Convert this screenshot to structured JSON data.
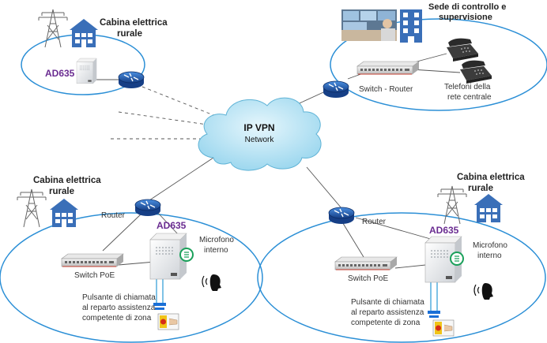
{
  "cloud": {
    "title": "IP VPN",
    "subtitle": "Network"
  },
  "sites": {
    "top_left": {
      "building_label_1": "Cabina elettrica",
      "building_label_2": "rurale",
      "device": "AD635"
    },
    "top_right": {
      "hq_label_1": "Sede di controllo e",
      "hq_label_2": "supervisione",
      "switch_label": "Switch - Router",
      "phones_label_1": "Telefoni della",
      "phones_label_2": "rete centrale"
    },
    "bottom_left": {
      "building_label_1": "Cabina elettrica",
      "building_label_2": "rurale",
      "router_label": "Router",
      "device": "AD635",
      "mic_label_1": "Microfono",
      "mic_label_2": "interno",
      "switch_label": "Switch PoE",
      "button_label_1": "Pulsante di chiamata",
      "button_label_2": "al reparto assistenza",
      "button_label_3": "competente di zona"
    },
    "bottom_right": {
      "building_label_1": "Cabina elettrica",
      "building_label_2": "rurale",
      "router_label": "Router",
      "device": "AD635",
      "mic_label_1": "Microfono",
      "mic_label_2": "interno",
      "switch_label": "Switch PoE",
      "button_label_1": "Pulsante di chiamata",
      "button_label_2": "al reparto assistenza",
      "button_label_3": "competente di zona"
    }
  },
  "colors": {
    "ellipse": "#2b8fd6",
    "router": "#1f5fb8",
    "building": "#3a6fb8",
    "accent_text": "#6a2c91",
    "cable": "#3aa0d8"
  }
}
